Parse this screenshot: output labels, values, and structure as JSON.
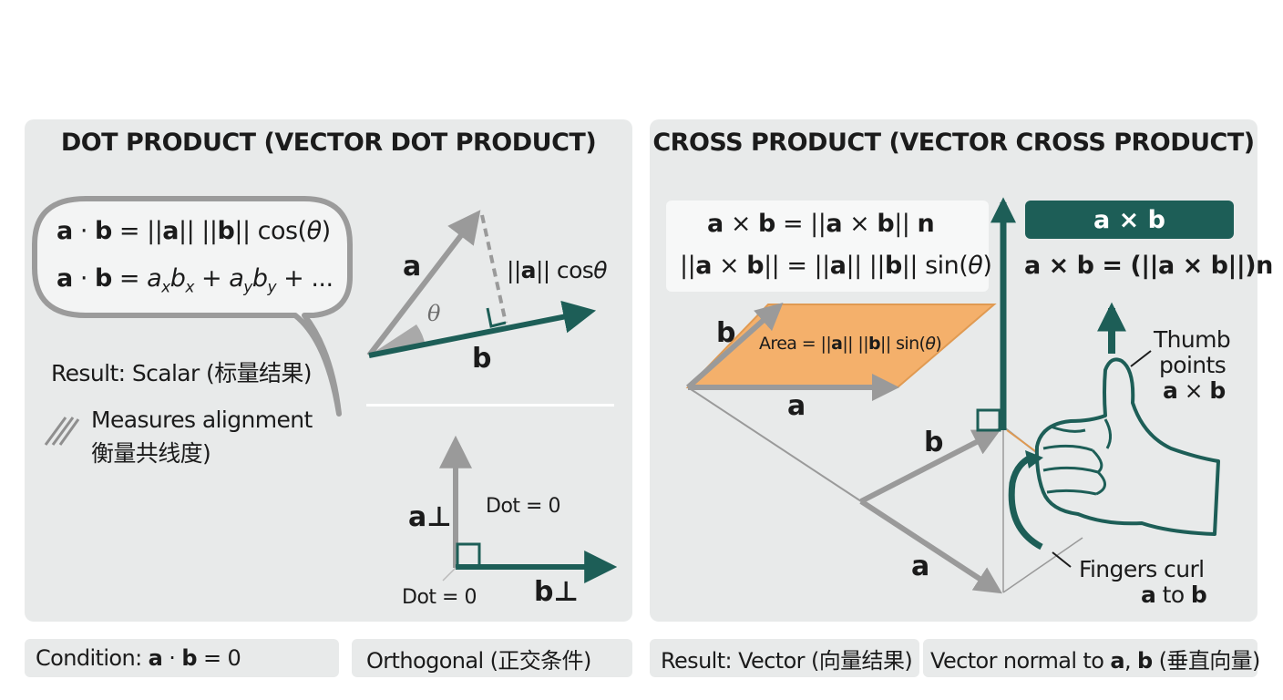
{
  "dot": {
    "title": "DOT PRODUCT (VECTOR DOT PRODUCT)",
    "formula1": "a · b = ||a|| ||b|| cos(θ)",
    "formula2": "a · b = aₓbₓ + a_yb_y + ...",
    "result": "Result: Scalar (标量结果)",
    "measures_line1": "Measures alignment",
    "measures_line2": "衡量共线度)",
    "label_a": "a",
    "label_b": "b",
    "label_theta": "θ",
    "projection": "||a|| cosθ",
    "label_a_perp": "a⊥",
    "label_b_perp": "b⊥",
    "dot_zero_1": "Dot = 0",
    "dot_zero_2": "Dot = 0"
  },
  "cross": {
    "title": "CROSS PRODUCT (VECTOR CROSS PRODUCT)",
    "formula1": "a × b = ||a × b|| n",
    "formula2": "||a × b|| = ||a|| ||b|| sin(θ)",
    "axb_box": "a × b",
    "formula3": "a × b = (||a × b||)n",
    "area": "Area = ||a|| ||b|| sin(θ)",
    "label_a_top": "a",
    "label_b_top": "b",
    "label_a_bottom": "a",
    "label_b_bottom": "b",
    "thumb_line1": "Thumb",
    "thumb_line2": "points",
    "thumb_line3": "a × b",
    "fingers_line1": "Fingers curl",
    "fingers_line2": "a to b"
  },
  "bottom": {
    "condition": "Condition: a · b = 0",
    "orthogonal": "Orthogonal (正交条件)",
    "result_vector": "Result: Vector (向量结果)",
    "normal": "Vector normal to a, b (垂直向量)"
  },
  "colors": {
    "teal": "#1d5e57",
    "orange": "#f4b06b",
    "gray_arrow": "#9a9a9a",
    "panel_bg": "#e8eaea"
  }
}
